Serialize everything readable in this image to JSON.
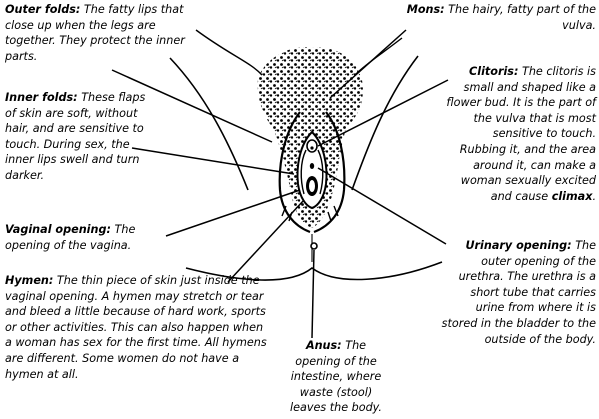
{
  "labels": {
    "outer_folds": {
      "term": "Outer folds:",
      "text": "The fatty lips that close up when the legs are together. They protect the inner parts."
    },
    "inner_folds": {
      "term": "Inner folds:",
      "text": "These flaps of skin are soft, without hair, and are sensitive to touch. During sex, the inner lips swell and turn darker."
    },
    "vaginal_opening": {
      "term": "Vaginal opening:",
      "text": "The opening of the vagina."
    },
    "hymen": {
      "term": "Hymen:",
      "text": "The thin piece of skin just inside the vaginal opening. A hymen may stretch or tear and bleed a little because of hard work, sports or other activities. This can also happen when a woman has sex for the first time.   All hymens are different. Some women do not have a hymen at all."
    },
    "mons": {
      "term": "Mons:",
      "text": "The hairy, fatty part of the vulva."
    },
    "clitoris": {
      "term": "Clitoris:",
      "text_before": "The clitoris is small and shaped like a flower bud. It is the part of the vulva that is most sensitive to touch. Rubbing it, and the area around it, can make a woman sexually excited and cause",
      "emphasis": "climax",
      "text_after": "."
    },
    "urinary_opening": {
      "term": "Urinary opening:",
      "text": "The outer opening of the urethra. The urethra is a short tube that carries urine from where it is stored in the bladder to the outside of the body."
    },
    "anus": {
      "term": "Anus:",
      "text": "The opening of the intestine, where waste (stool) leaves the body."
    }
  },
  "style": {
    "ink": "#000000",
    "background": "#ffffff"
  }
}
